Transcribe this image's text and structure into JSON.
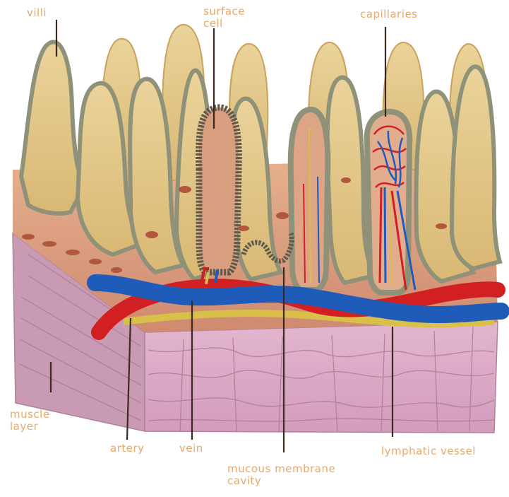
{
  "diagram": {
    "labels": {
      "villi": "villi",
      "surface_cell": "surface cell",
      "capillaries": "capillaries",
      "muscle_layer": "muscle layer",
      "artery": "artery",
      "vein": "vein",
      "mucous_membrane_cavity": "mucous membrane cavity",
      "lymphatic_vessel": "lymphatic vessel"
    },
    "colors": {
      "villus": "#e2c78a",
      "villus_edge": "#c9a35c",
      "mucosa": "#d99a7a",
      "membrane_border": "#8f9278",
      "muscle": "#d7a9c4",
      "muscle_lines": "#a97a8e",
      "artery": "#d11f22",
      "vein": "#1f5bb8",
      "lymph": "#d8c04a",
      "label_text": "#e8a868",
      "leader_line": "#3a2a20"
    }
  }
}
